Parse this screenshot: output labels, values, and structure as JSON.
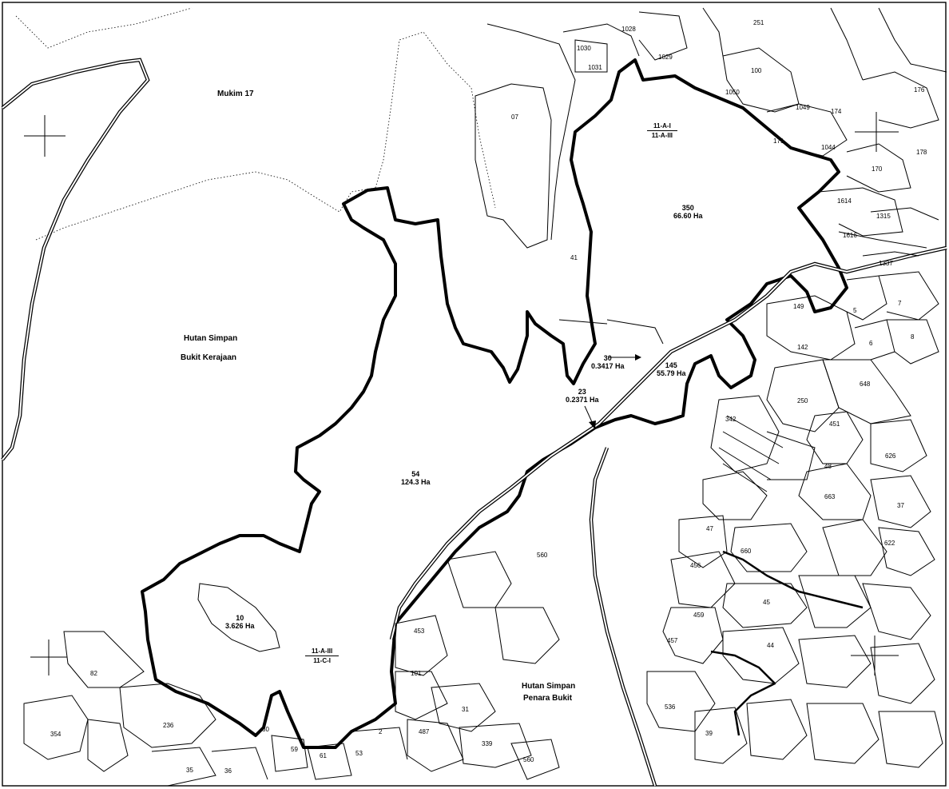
{
  "regions": {
    "mukim": "Mukim 17",
    "forest_west_line1": "Hutan Simpan",
    "forest_west_line2": "Bukit Kerajaan",
    "forest_south_line1": "Hutan Simpan",
    "forest_south_line2": "Penara Bukit"
  },
  "lots": {
    "lot54": {
      "number": "54",
      "area": "124.3 Ha"
    },
    "lot350": {
      "number": "350",
      "area": "66.60 Ha"
    },
    "lot145": {
      "number": "145",
      "area": "55.79 Ha"
    },
    "lot10": {
      "number": "10",
      "area": "3.626 Ha"
    },
    "lot30": {
      "number": "30",
      "area": "0.3417 Ha"
    },
    "lot23": {
      "number": "23",
      "area": "0.2371 Ha"
    }
  },
  "sheet_refs": {
    "north": {
      "top": "11-A-I",
      "bottom": "11-A-III"
    },
    "south": {
      "top": "11-A-III",
      "bottom": "11-C-I"
    }
  },
  "lot_numbers": {
    "n251": "251",
    "n1028": "1028",
    "n1030": "1030",
    "n1031": "1031",
    "n1029": "1029",
    "n07": "07",
    "n100": "100",
    "n1050": "1050",
    "n1049": "1049",
    "n174": "174",
    "n176": "176",
    "n171": "171",
    "n1044": "1044",
    "n170": "170",
    "n178": "178",
    "n1614": "1614",
    "n1315": "1315",
    "n1616": "1616",
    "n1337": "1337",
    "n41": "41",
    "n149": "149",
    "n5": "5",
    "n7": "7",
    "n142": "142",
    "n6": "6",
    "n8": "8",
    "n648": "648",
    "n250": "250",
    "n451": "451",
    "n342": "342",
    "n48": "48",
    "n626": "626",
    "n663": "663",
    "n37": "37",
    "n47": "47",
    "n660": "660",
    "n456": "456",
    "n622": "622",
    "n560": "560",
    "n45": "45",
    "n459": "459",
    "n457": "457",
    "n44": "44",
    "n453": "453",
    "n101": "101",
    "n31": "31",
    "n487": "487",
    "n536": "536",
    "n39": "39",
    "n339": "339",
    "n560b": "560",
    "n82": "82",
    "n354": "354",
    "n236": "236",
    "n35": "35",
    "n36": "36",
    "n60": "60",
    "n59": "59",
    "n61": "61",
    "n53": "53",
    "n2": "2"
  }
}
